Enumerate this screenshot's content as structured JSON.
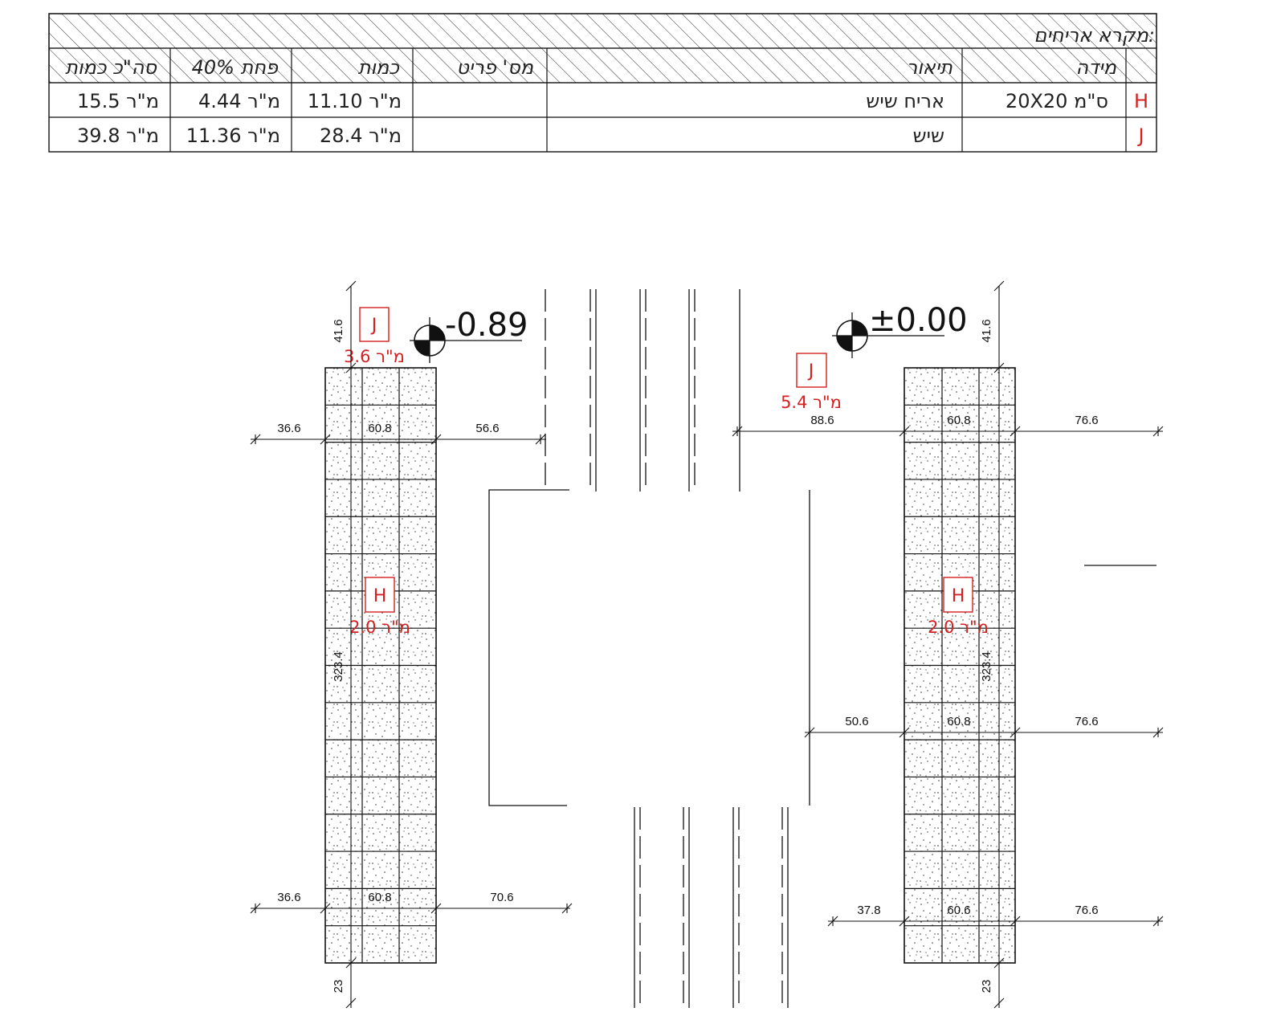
{
  "legend": {
    "title": "מקרא אריחים:",
    "headers": {
      "code": "",
      "size": "מידה",
      "description": "תיאור",
      "item_no": "מס' פריט",
      "quantity": "כמות",
      "waste": "פחת 40%",
      "total": "סה\"כ כמות"
    },
    "rows": [
      {
        "code": "H",
        "size": "20X20 ס\"מ",
        "description": "אריח שיש",
        "item_no": "",
        "quantity": "11.10 מ\"ר",
        "waste": "4.44 מ\"ר",
        "total": "15.5 מ\"ר"
      },
      {
        "code": "J",
        "size": "",
        "description": "שיש",
        "item_no": "",
        "quantity": "28.4 מ\"ר",
        "waste": "11.36 מ\"ר",
        "total": "39.8 מ\"ר"
      }
    ]
  },
  "levels": {
    "left": "-0.89",
    "right": "±0.00"
  },
  "tags": {
    "left_j": {
      "code": "J",
      "area": "3.6 מ\"ר"
    },
    "left_h": {
      "code": "H",
      "area": "2.0 מ\"ר"
    },
    "right_j": {
      "code": "J",
      "area": "5.4 מ\"ר"
    },
    "right_h": {
      "code": "H",
      "area": "2.0 מ\"ר"
    }
  },
  "dimensions": {
    "left": {
      "top": "41.6",
      "height": "323.4",
      "bottom": "23",
      "row1": [
        "36.6",
        "60.8",
        "56.6"
      ],
      "row2": [
        "36.6",
        "60.8",
        "70.6"
      ]
    },
    "right": {
      "top": "41.6",
      "height": "323.4",
      "bottom": "23",
      "row1": [
        "88.6",
        "60.8",
        "76.6"
      ],
      "row2": [
        "50.6",
        "60.8",
        "76.6"
      ],
      "row3": [
        "37.8",
        "60.6",
        "76.6"
      ]
    }
  },
  "colors": {
    "ink": "#111111",
    "accent": "#d42020"
  }
}
